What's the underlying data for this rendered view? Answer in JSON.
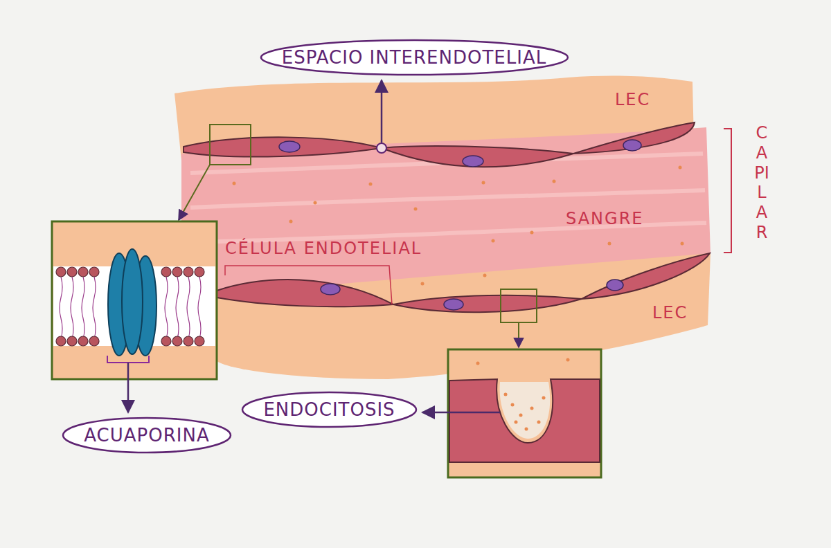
{
  "diagram": {
    "nodes": [
      {
        "text": [
          "ESPACIO INTERENDOTELIAL"
        ]
      },
      {
        "text": [
          "ACUAPORINA"
        ]
      },
      {
        "text": [
          "ENDOCITOSIS"
        ]
      }
    ],
    "labels": [
      "LEC",
      "CAPILAR",
      "SANGRE",
      "CÉLULA ENDOTELIAL",
      "LEC"
    ]
  }
}
